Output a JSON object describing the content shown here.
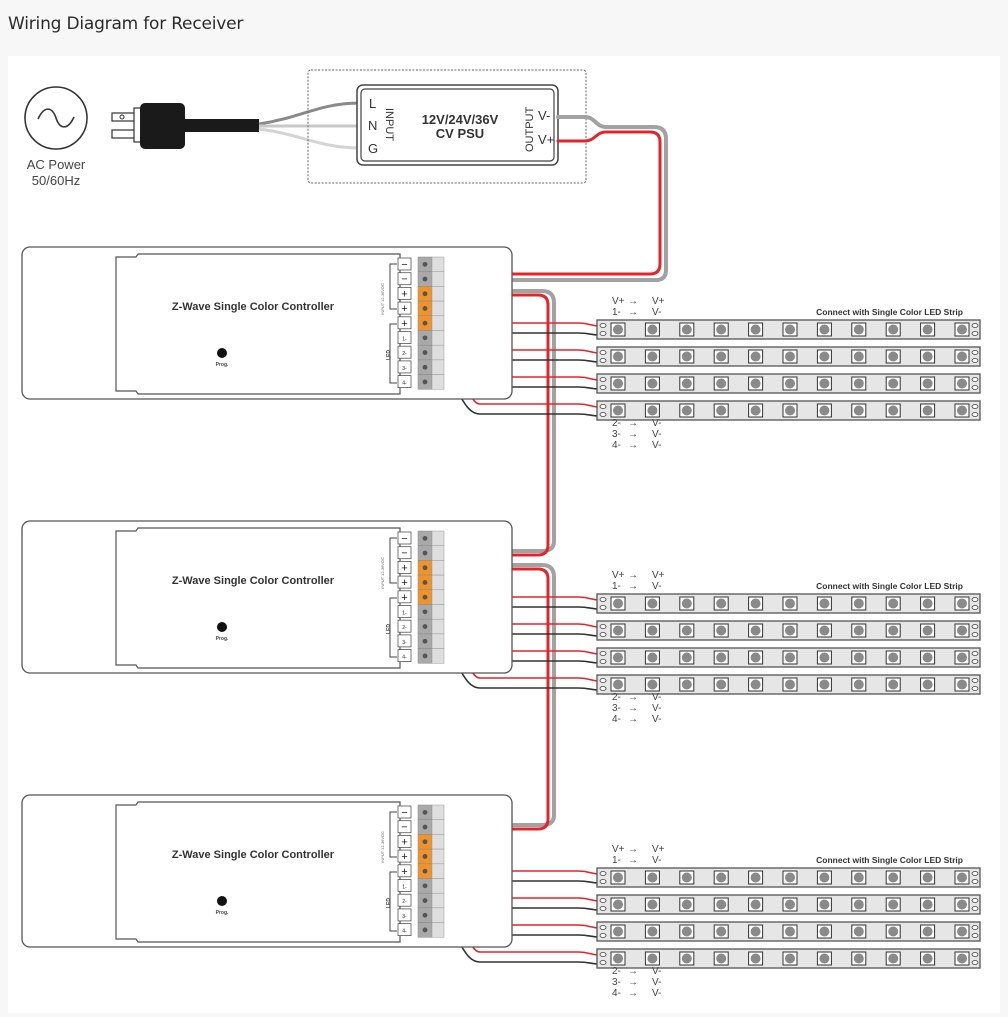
{
  "page": {
    "title": "Wiring Diagram for Receiver"
  },
  "ac_source": {
    "label_line1": "AC Power",
    "label_line2": "50/60Hz",
    "icon": "ac-sine-icon"
  },
  "psu": {
    "title_line1": "12V/24V/36V",
    "title_line2": "CV PSU",
    "input_label": "INPUT",
    "output_label": "OUTPUT",
    "input_terminals": [
      "L",
      "N",
      "G"
    ],
    "output_terminals": [
      "V-",
      "V+"
    ]
  },
  "controllers": [
    {
      "title": "Z-Wave Single Color Controller",
      "prog_label": "Prog.",
      "input_group_label": "INPUT 12-36VDC",
      "led_group_label": "LED",
      "terminals": [
        "−",
        "−",
        "+",
        "+",
        "+",
        "1-",
        "2-",
        "3-",
        "4-"
      ]
    },
    {
      "title": "Z-Wave Single Color Controller",
      "prog_label": "Prog.",
      "input_group_label": "INPUT 12-36VDC",
      "led_group_label": "LED",
      "terminals": [
        "−",
        "−",
        "+",
        "+",
        "+",
        "1-",
        "2-",
        "3-",
        "4-"
      ]
    },
    {
      "title": "Z-Wave Single Color Controller",
      "prog_label": "Prog.",
      "input_group_label": "INPUT 12-36VDC",
      "led_group_label": "LED",
      "terminals": [
        "−",
        "−",
        "+",
        "+",
        "+",
        "1-",
        "2-",
        "3-",
        "4-"
      ]
    }
  ],
  "strip_groups": [
    {
      "caption": "Connect with Single Color LED Strip",
      "mapping_top": [
        [
          "V+",
          "V+"
        ],
        [
          "1-",
          "V-"
        ]
      ],
      "mapping_bottom": [
        [
          "2-",
          "V-"
        ],
        [
          "3-",
          "V-"
        ],
        [
          "4-",
          "V-"
        ]
      ],
      "strip_count": 4,
      "leds_per_strip": 11
    },
    {
      "caption": "Connect with Single Color LED Strip",
      "mapping_top": [
        [
          "V+",
          "V+"
        ],
        [
          "1-",
          "V-"
        ]
      ],
      "mapping_bottom": [
        [
          "2-",
          "V-"
        ],
        [
          "3-",
          "V-"
        ],
        [
          "4-",
          "V-"
        ]
      ],
      "strip_count": 4,
      "leds_per_strip": 11
    },
    {
      "caption": "Connect with Single Color LED Strip",
      "mapping_top": [
        [
          "V+",
          "V+"
        ],
        [
          "1-",
          "V-"
        ]
      ],
      "mapping_bottom": [
        [
          "2-",
          "V-"
        ],
        [
          "3-",
          "V-"
        ],
        [
          "4-",
          "V-"
        ]
      ],
      "strip_count": 4,
      "leds_per_strip": 11
    }
  ],
  "arrow_glyph": "→",
  "colors": {
    "positive_wire": "#e3242b",
    "negative_wire": "#9a9a9a",
    "channel_wire": "#333333",
    "ac_wire_dark": "#8a8a8a",
    "ac_wire_light": "#c8c8c8",
    "terminal_plus": "#f0932b",
    "terminal_minus": "#a9a9a9",
    "strip_body": "#e6e6e6",
    "led": "#8a8a8a"
  }
}
